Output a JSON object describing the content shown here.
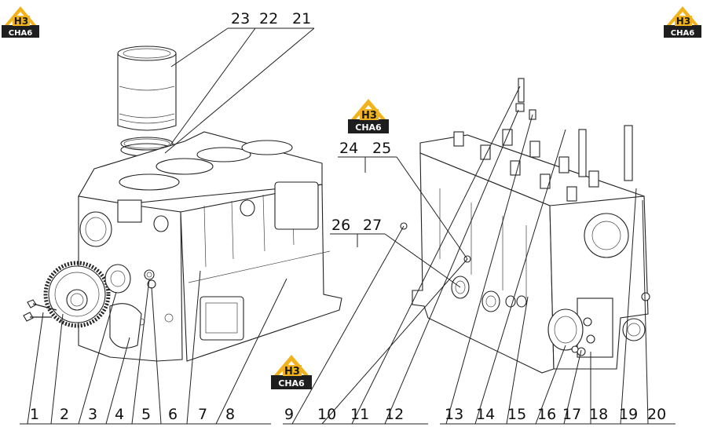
{
  "brand": {
    "logo_letters": "H3",
    "logo_sub": "CHA6",
    "colors": {
      "accent": "#f2b21c",
      "dark": "#1e1e1e",
      "line": "#222222"
    }
  },
  "callouts_top_left": [
    "23",
    "22",
    "21"
  ],
  "callouts_group_a": [
    "24",
    "25"
  ],
  "callouts_group_b": [
    "26",
    "27"
  ],
  "callouts_bottom": [
    "1",
    "2",
    "3",
    "4",
    "5",
    "6",
    "7",
    "8",
    "9",
    "10",
    "11",
    "12",
    "13",
    "14",
    "15",
    "16",
    "17",
    "18",
    "19",
    "20"
  ]
}
